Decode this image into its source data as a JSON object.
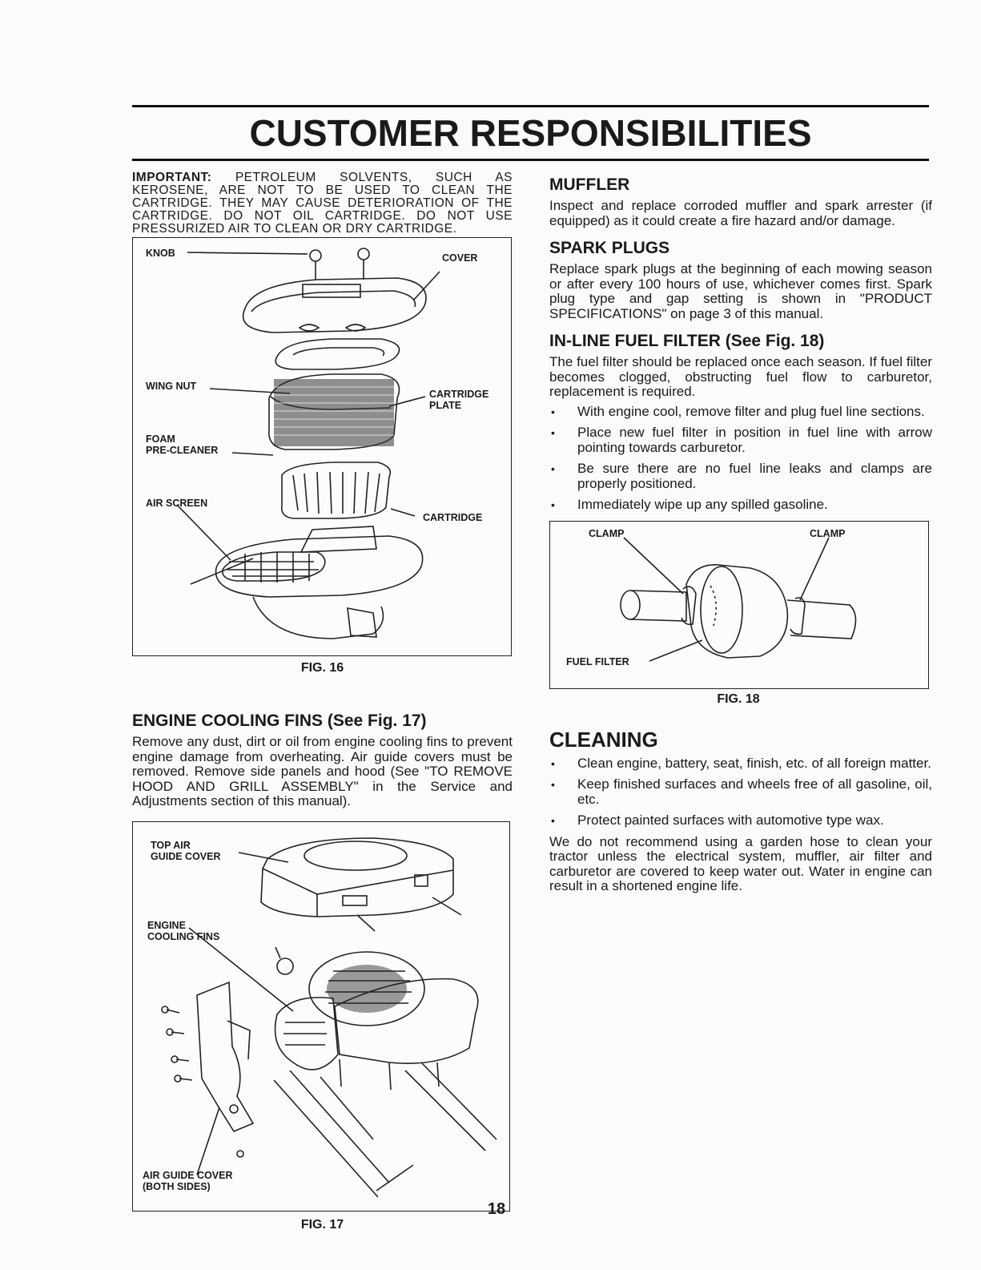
{
  "page": {
    "title": "CUSTOMER RESPONSIBILITIES",
    "page_number": "18"
  },
  "left": {
    "important_label": "IMPORTANT:",
    "important_text": "PETROLEUM SOLVENTS, SUCH AS KEROSENE, ARE NOT TO BE USED TO CLEAN THE CARTRIDGE. THEY MAY CAUSE DETERIORATION OF THE CARTRIDGE. DO NOT OIL CARTRIDGE. DO NOT USE PRESSURIZED AIR TO CLEAN OR DRY CARTRIDGE.",
    "fig16": {
      "caption": "FIG. 16",
      "labels": {
        "knob": "KNOB",
        "cover": "COVER",
        "wing_nut": "WING NUT",
        "cartridge_plate_1": "CARTRIDGE",
        "cartridge_plate_2": "PLATE",
        "foam_1": "FOAM",
        "foam_2": "PRE-CLEANER",
        "air_screen": "AIR SCREEN",
        "cartridge": "CARTRIDGE"
      }
    },
    "cooling": {
      "heading": "ENGINE COOLING FINS (See Fig. 17)",
      "text": "Remove any dust, dirt or oil from engine cooling fins to prevent engine damage from overheating. Air guide covers must be removed. Remove side panels and hood (See \"TO REMOVE HOOD AND GRILL ASSEMBLY\" in the Service and Adjustments section of this manual)."
    },
    "fig17": {
      "caption": "FIG. 17",
      "labels": {
        "top_air_1": "TOP AIR",
        "top_air_2": "GUIDE COVER",
        "engine_1": "ENGINE",
        "engine_2": "COOLING FINS",
        "air_guide_1": "AIR GUIDE COVER",
        "air_guide_2": "(BOTH SIDES)"
      }
    }
  },
  "right": {
    "muffler": {
      "heading": "MUFFLER",
      "text": "Inspect and replace corroded muffler and spark arrester (if equipped) as it could create a fire hazard and/or damage."
    },
    "spark": {
      "heading": "SPARK PLUGS",
      "text": "Replace spark plugs at the beginning of each mowing season or after every 100 hours of use, whichever comes first. Spark plug type and gap setting is shown in \"PRODUCT SPECIFICATIONS\" on page 3 of this manual."
    },
    "fuel": {
      "heading": "IN-LINE FUEL FILTER (See Fig. 18)",
      "text": "The fuel filter should be replaced once each season. If fuel filter becomes clogged, obstructing fuel flow to carburetor, replacement is required.",
      "bullets": [
        "With engine cool, remove filter and plug fuel line sections.",
        "Place new fuel filter in position in fuel line with arrow pointing towards carburetor.",
        "Be sure there are no fuel line leaks and clamps are properly positioned.",
        "Immediately wipe up any spilled gasoline."
      ]
    },
    "fig18": {
      "caption": "FIG. 18",
      "labels": {
        "clamp_left": "CLAMP",
        "clamp_right": "CLAMP",
        "fuel_filter": "FUEL FILTER"
      }
    },
    "cleaning": {
      "heading": "CLEANING",
      "bullets": [
        "Clean engine, battery, seat, finish, etc. of all foreign matter.",
        "Keep finished surfaces and wheels free of all gasoline, oil, etc.",
        "Protect painted surfaces with automotive type wax."
      ],
      "text": "We do not recommend using a garden hose to clean your tractor unless the electrical system, muffler, air filter and carburetor are covered to keep water out. Water in engine can result in a shortened engine life."
    }
  }
}
